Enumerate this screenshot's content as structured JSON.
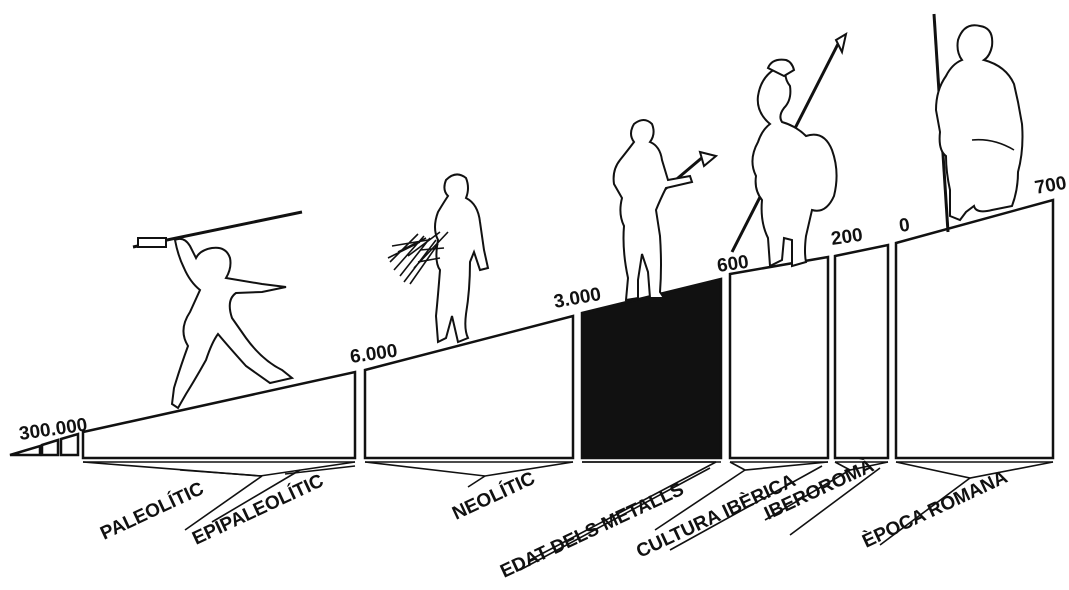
{
  "dates": {
    "d300000": "300.000",
    "d6000": "6.000",
    "d3000": "3.000",
    "d600": "600",
    "d200": "200",
    "d0": "0",
    "d700": "700"
  },
  "periods": {
    "paleolitic": "PALEOLÍTIC",
    "epipaleolitic": "EPIPALEOLÍTIC",
    "neolitic": "NEOLÍTIC",
    "metalls": "EDAT DELS METALLS",
    "iberica": "CULTURA IBÈRICA",
    "iberoroma": "IBEROROMÀ",
    "romana": "ÈPOCA ROMANA"
  },
  "colors": {
    "ink": "#111111",
    "paper": "#ffffff",
    "highlight_block": "#111111"
  }
}
